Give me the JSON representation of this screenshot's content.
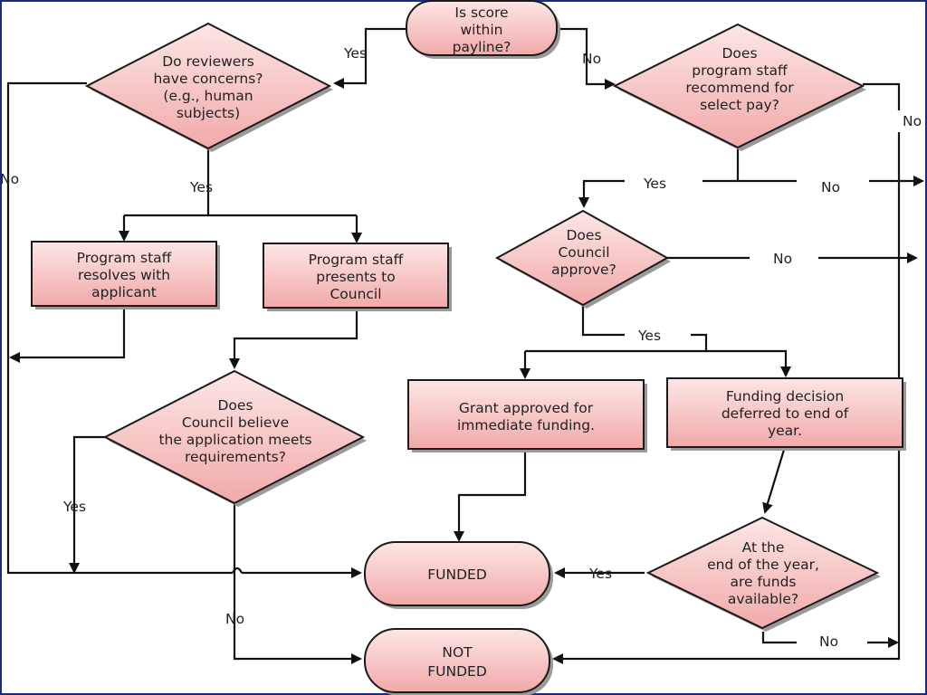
{
  "colors": {
    "node_fill_light": "#fde6e6",
    "node_fill_dark": "#f1a9a9",
    "shadow": "#9a9a9a",
    "frame": "#1a2a8a"
  },
  "nodes": {
    "payline": {
      "lines": [
        "Is score",
        "within",
        "payline?"
      ]
    },
    "reviewers": {
      "lines": [
        "Do reviewers",
        "have concerns?",
        "(e.g., human",
        "subjects)"
      ]
    },
    "select_pay": {
      "lines": [
        "Does",
        "program staff",
        "recommend for",
        "select pay?"
      ]
    },
    "resolves": {
      "lines": [
        "Program staff",
        "resolves with",
        "applicant"
      ]
    },
    "presents": {
      "lines": [
        "Program staff",
        "presents to",
        "Council"
      ]
    },
    "council_approve": {
      "lines": [
        "Does",
        "Council",
        "approve?"
      ]
    },
    "council_believe": {
      "lines": [
        "Does",
        "Council believe",
        "the application meets",
        "requirements?"
      ]
    },
    "approved": {
      "lines": [
        "Grant approved for",
        "immediate funding."
      ]
    },
    "deferred": {
      "lines": [
        "Funding decision",
        "deferred to end of",
        "year."
      ]
    },
    "funded": {
      "lines": [
        "FUNDED"
      ]
    },
    "not_funded": {
      "lines": [
        "NOT",
        "FUNDED"
      ]
    },
    "funds_available": {
      "lines": [
        "At the",
        "end of the year,",
        "are funds",
        "available?"
      ]
    }
  },
  "edge_labels": {
    "payline_yes": "Yes",
    "payline_no": "No",
    "reviewers_no": "No",
    "reviewers_yes": "Yes",
    "select_pay_yes": "Yes",
    "select_pay_no": "No",
    "far_right_no": "No",
    "council_approve_no": "No",
    "council_approve_yes": "Yes",
    "council_believe_yes": "Yes",
    "council_believe_no": "No",
    "funds_yes": "Yes",
    "funds_no": "No"
  }
}
